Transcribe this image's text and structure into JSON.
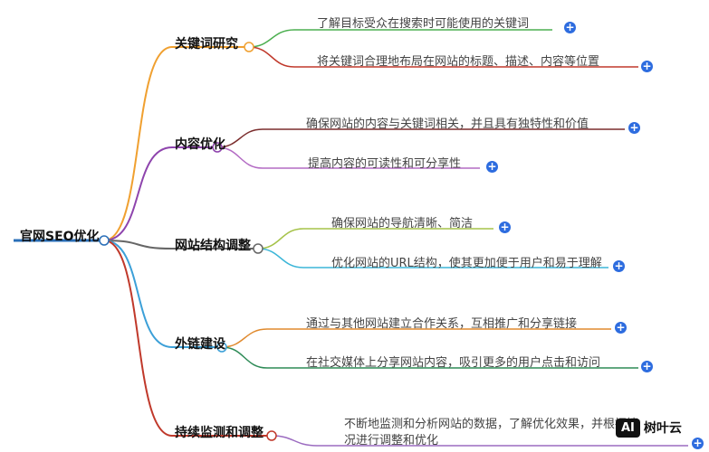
{
  "root": {
    "label": "官网SEO优化",
    "color": "#2a6fb8"
  },
  "branches": [
    {
      "label": "关键词研究",
      "color": "#f0a030",
      "leaves": [
        {
          "text": "了解目标受众在搜索时可能使用的关键词",
          "color": "#4caf50"
        },
        {
          "text": "将关键词合理地布局在网站的标题、描述、内容等位置",
          "color": "#c0392b"
        }
      ]
    },
    {
      "label": "内容优化",
      "color": "#8e44ad",
      "leaves": [
        {
          "text": "确保网站的内容与关键词相关，并且具有独特性和价值",
          "color": "#7b2d2d"
        },
        {
          "text": "提高内容的可读性和可分享性",
          "color": "#b36bc4"
        }
      ]
    },
    {
      "label": "网站结构调整",
      "color": "#666666",
      "leaves": [
        {
          "text": "确保网站的导航清晰、简洁",
          "color": "#a6c34a"
        },
        {
          "text": "优化网站的URL结构，使其更加便于用户和易于理解",
          "color": "#3cb6d8"
        }
      ]
    },
    {
      "label": "外链建设",
      "color": "#3ca0d8",
      "leaves": [
        {
          "text": "通过与其他网站建立合作关系，互相推广和分享链接",
          "color": "#e08a2e"
        },
        {
          "text": "在社交媒体上分享网站内容，吸引更多的用户点击和访问",
          "color": "#2e8b57"
        }
      ]
    },
    {
      "label": "持续监测和调整",
      "color": "#c0392b",
      "leaves": [
        {
          "text": "不断地监测和分析网站的数据，了解优化效果，并根据情",
          "text2": "况进行调整和优化",
          "color": "#9b6bc0"
        }
      ]
    }
  ],
  "watermark": {
    "box": "AI",
    "text": "树叶云"
  }
}
